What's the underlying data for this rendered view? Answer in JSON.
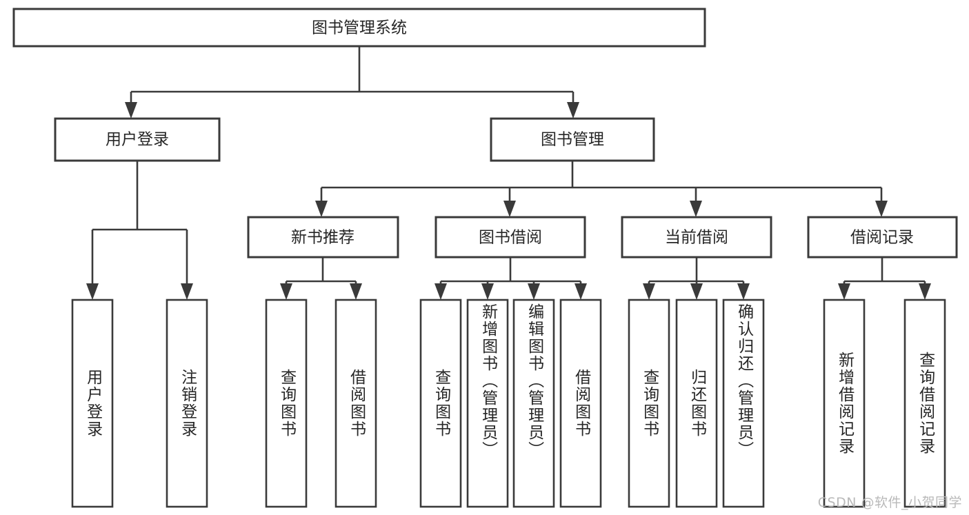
{
  "diagram": {
    "type": "tree-hierarchy-chart",
    "title": "图书管理系统",
    "watermark": "CSDN @软件_小贺同学",
    "colors": {
      "stroke": "#3a3a3a",
      "box_fill": "#ffffff",
      "text": "#262626",
      "background": "#ffffff",
      "watermark": "#b9b9b9"
    },
    "root": {
      "label": "图书管理系统"
    },
    "level1": [
      {
        "label": "用户登录"
      },
      {
        "label": "图书管理"
      }
    ],
    "level2": [
      {
        "label": "新书推荐"
      },
      {
        "label": "图书借阅"
      },
      {
        "label": "当前借阅"
      },
      {
        "label": "借阅记录"
      }
    ],
    "leaves": {
      "user_login": [
        {
          "label": "用户登录"
        },
        {
          "label": "注销登录"
        }
      ],
      "new_book_recommend": [
        {
          "label": "查询图书"
        },
        {
          "label": "借阅图书"
        }
      ],
      "book_borrow": [
        {
          "label": "查询图书"
        },
        {
          "label": "新增图书（管理员）"
        },
        {
          "label": "编辑图书（管理员）"
        },
        {
          "label": "借阅图书"
        }
      ],
      "current_borrow": [
        {
          "label": "查询图书"
        },
        {
          "label": "归还图书"
        },
        {
          "label": "确认归还（管理员）"
        }
      ],
      "borrow_record": [
        {
          "label": "新增借阅记录"
        },
        {
          "label": "查询借阅记录"
        }
      ]
    }
  }
}
